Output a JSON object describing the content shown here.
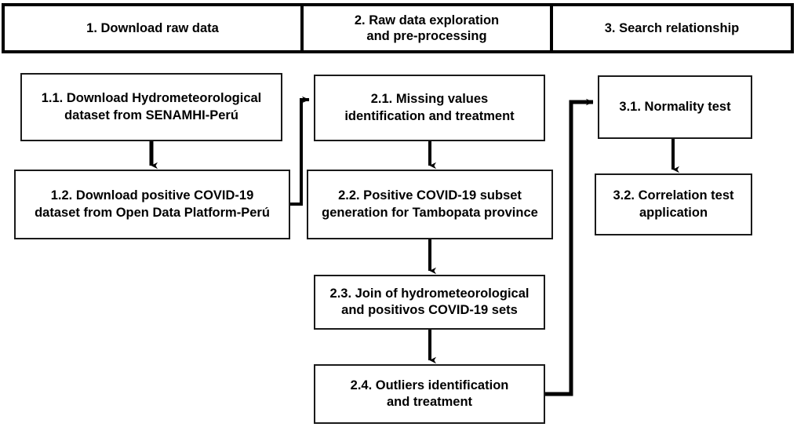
{
  "figure": {
    "type": "flowchart",
    "orientation": "three-column-pipeline",
    "stroke_color": "#000000",
    "box_border_color": "#1a1a1a",
    "background_color": "#ffffff"
  },
  "header": {
    "stages": [
      {
        "id": "stage-1",
        "label": "1. Download raw data"
      },
      {
        "id": "stage-2",
        "label": "2. Raw data exploration\nand pre-processing"
      },
      {
        "id": "stage-3",
        "label": "3. Search relationship"
      }
    ]
  },
  "columns": [
    {
      "id": "column-1",
      "stage": "1. Download raw data",
      "steps": [
        {
          "id": "1.1",
          "label": "1.1. Download Hydrometeorological\ndataset from SENAMHI-Perú"
        },
        {
          "id": "1.2",
          "label": "1.2. Download positive COVID-19\ndataset from Open Data Platform-Perú"
        }
      ]
    },
    {
      "id": "column-2",
      "stage": "2. Raw data exploration and pre-processing",
      "steps": [
        {
          "id": "2.1",
          "label": "2.1. Missing values\nidentification and treatment"
        },
        {
          "id": "2.2",
          "label": "2.2. Positive COVID-19 subset\ngeneration for Tambopata province"
        },
        {
          "id": "2.3",
          "label": "2.3. Join of  hydrometeorological\nand positivos COVID-19 sets"
        },
        {
          "id": "2.4",
          "label": "2.4. Outliers identification\nand treatment"
        }
      ]
    },
    {
      "id": "column-3",
      "stage": "3. Search relationship",
      "steps": [
        {
          "id": "3.1",
          "label": "3.1. Normality test"
        },
        {
          "id": "3.2",
          "label": "3.2. Correlation test\napplication"
        }
      ]
    }
  ],
  "connections": [
    {
      "id": "c-1-1-to-1-2",
      "from": "1.1",
      "to": "1.2",
      "shape": "vertical-arrow"
    },
    {
      "id": "c-1-2-to-2-1",
      "from": "1.2",
      "to": "2.1",
      "shape": "right-up-right-arrow"
    },
    {
      "id": "c-2-1-to-2-2",
      "from": "2.1",
      "to": "2.2",
      "shape": "vertical-arrow"
    },
    {
      "id": "c-2-2-to-2-3",
      "from": "2.2",
      "to": "2.3",
      "shape": "vertical-arrow"
    },
    {
      "id": "c-2-3-to-2-4",
      "from": "2.3",
      "to": "2.4",
      "shape": "vertical-arrow"
    },
    {
      "id": "c-2-4-to-3-1",
      "from": "2.4",
      "to": "3.1",
      "shape": "right-up-right-arrow"
    },
    {
      "id": "c-3-1-to-3-2",
      "from": "3.1",
      "to": "3.2",
      "shape": "vertical-arrow"
    }
  ]
}
